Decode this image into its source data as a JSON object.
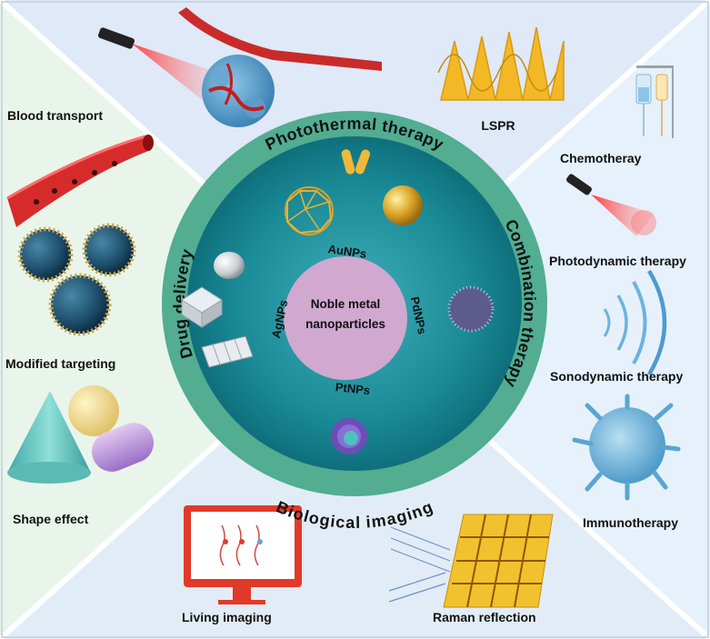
{
  "center": {
    "line1": "Noble metal",
    "line2": "nanoparticles"
  },
  "nanoparticles": {
    "au": "AuNPs",
    "ag": "AgNPs",
    "pd": "PdNPs",
    "pt": "PtNPs"
  },
  "ring": {
    "top": "Photothermal therapy",
    "left": "Drug delivery",
    "right": "Combination therapy",
    "bottom": "Biological imaging"
  },
  "panels": {
    "left": {
      "blood_transport": "Blood transport",
      "modified_targeting": "Modified targeting",
      "shape_effect": "Shape effect"
    },
    "top": {
      "lspr": "LSPR"
    },
    "right": {
      "chemotherapy": "Chemotheray",
      "photodynamic": "Photodynamic therapy",
      "sonodynamic": "Sonodynamic therapy",
      "immunotherapy": "Immunotherapy"
    },
    "bottom": {
      "living_imaging": "Living imaging",
      "raman": "Raman reflection"
    }
  },
  "colors": {
    "panel_left": "#e9f5ea",
    "panel_right": "#e6f1fb",
    "panel_top": "#dfe9f7",
    "panel_bottom": "#e2ecf7",
    "ring": "#4fa98f",
    "disc": "#1f8f9c",
    "center": "#d0a8d0"
  }
}
